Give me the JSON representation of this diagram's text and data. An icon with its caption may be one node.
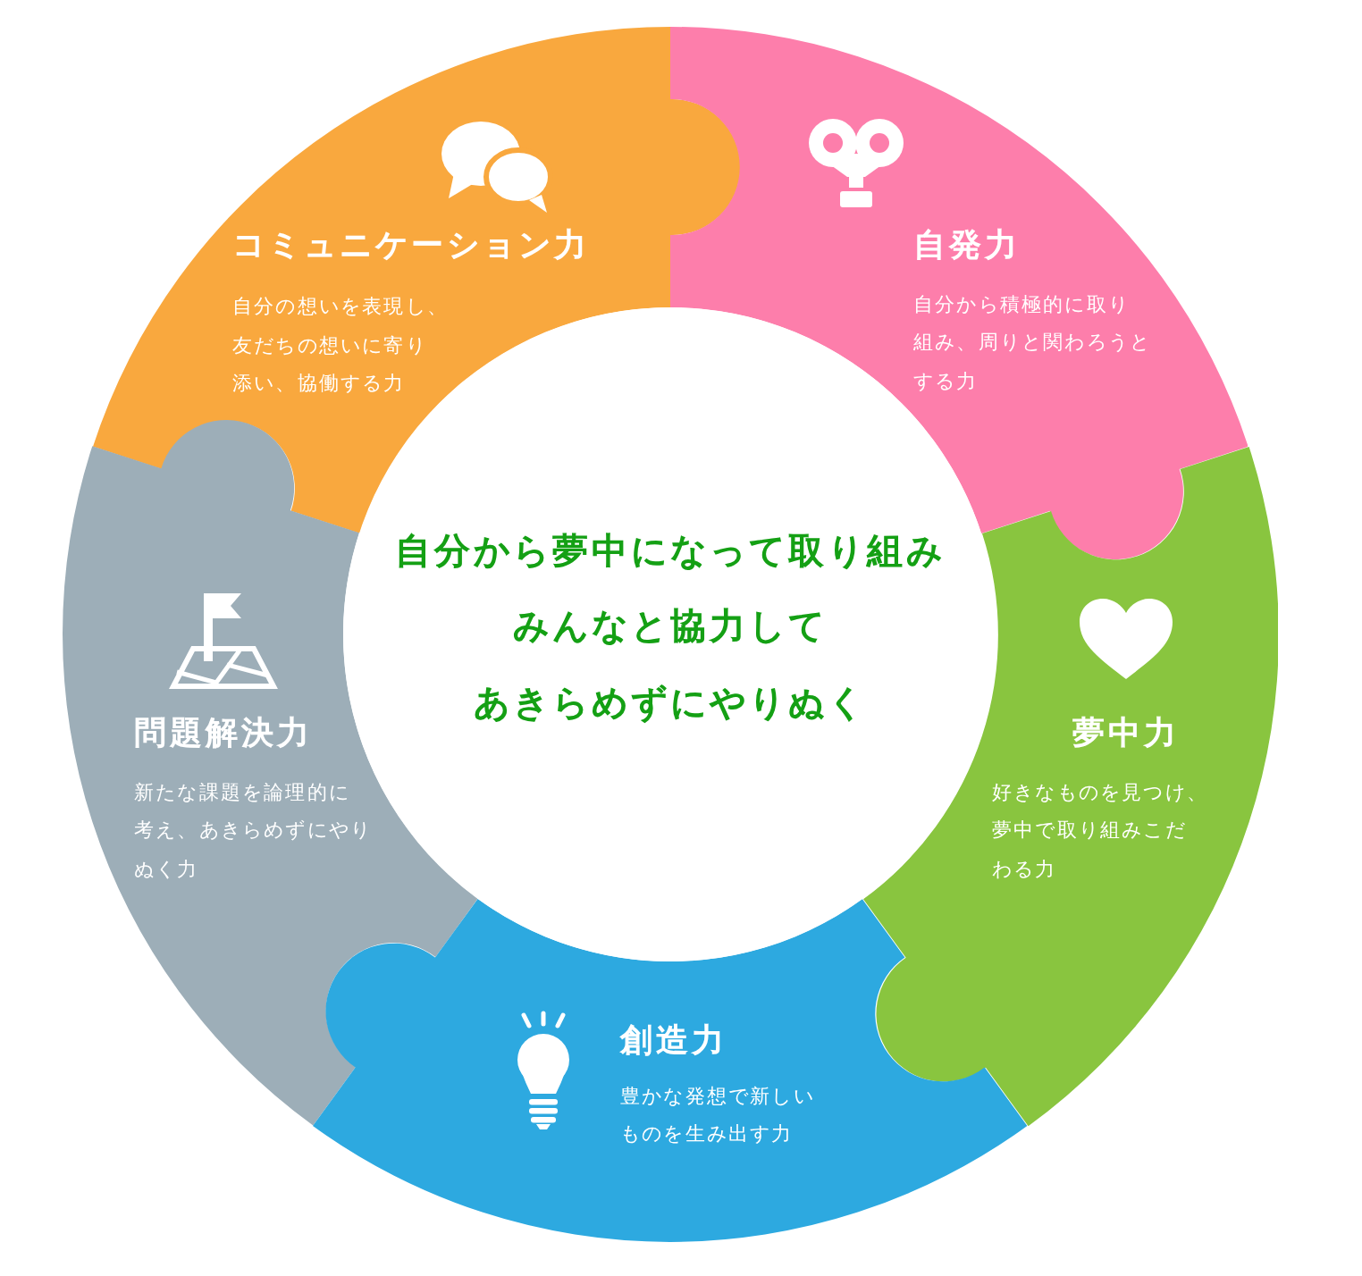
{
  "diagram": {
    "nodes": [
      {
        "text": [
          "コミュニケーション力",
          "自分の想いを表現し、友だちの想いに寄り添い、協働する力"
        ]
      },
      {
        "text": [
          "自発力",
          "自分から積極的に取り組み、周りと関わろうとする力"
        ]
      },
      {
        "text": [
          "自分から夢中になって取り組みみんなと協力してあきらめずにやりぬく"
        ]
      },
      {
        "text": [
          "問題解決力",
          "新たな課題を論理的に考え、あきらめずにやりぬく力"
        ]
      },
      {
        "text": [
          "夢中力",
          "好きなものを見つけ、夢中で取り組みこだわる力"
        ]
      },
      {
        "text": [
          "創造力",
          "豊かな発想で新しいものを生み出す力"
        ]
      }
    ]
  }
}
